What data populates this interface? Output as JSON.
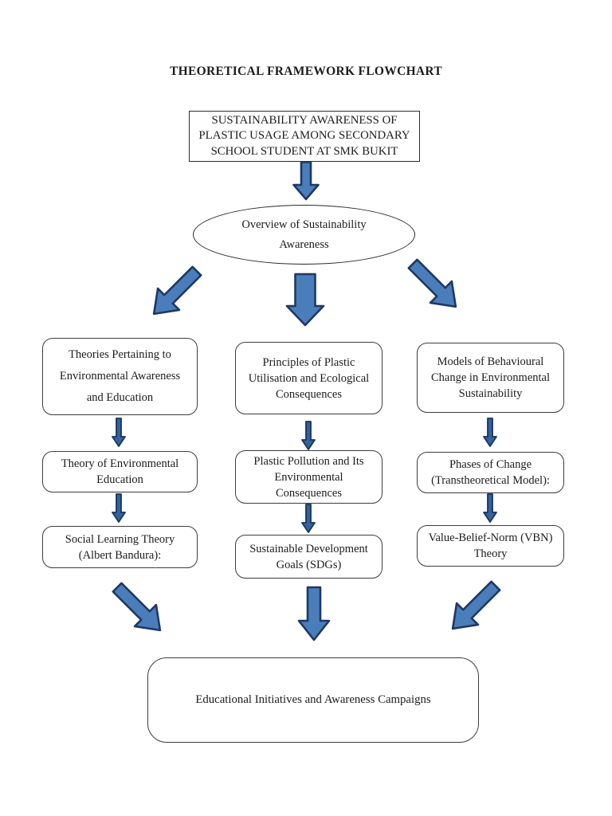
{
  "page": {
    "title": "THEORETICAL FRAMEWORK FLOWCHART"
  },
  "flowchart": {
    "top_box": {
      "lines": [
        "SUSTAINABILITY AWARENESS OF",
        "PLASTIC USAGE AMONG SECONDARY",
        "SCHOOL STUDENT AT SMK BUKIT"
      ]
    },
    "overview_ellipse": {
      "lines": [
        "Overview of Sustainability",
        "Awareness"
      ]
    },
    "row1": [
      {
        "lines": [
          "Theories Pertaining to",
          "Environmental Awareness",
          "and Education"
        ]
      },
      {
        "lines": [
          "Principles of Plastic",
          "Utilisation and Ecological",
          "Consequences"
        ]
      },
      {
        "lines": [
          "Models of Behavioural",
          "Change in Environmental",
          "Sustainability"
        ]
      }
    ],
    "row2": [
      {
        "lines": [
          "Theory of Environmental",
          "Education"
        ]
      },
      {
        "lines": [
          "Plastic Pollution and Its",
          "Environmental",
          "Consequences"
        ]
      },
      {
        "lines": [
          "Phases of Change",
          "(Transtheoretical Model):"
        ]
      }
    ],
    "row3": [
      {
        "lines": [
          "Social Learning Theory",
          "(Albert Bandura):"
        ]
      },
      {
        "lines": [
          "Sustainable Development",
          "Goals (SDGs)"
        ]
      },
      {
        "lines": [
          "Value-Belief-Norm (VBN)",
          "Theory"
        ]
      }
    ],
    "outcome_box": {
      "text": "Educational Initiatives and Awareness Campaigns"
    },
    "colors": {
      "arrow_fill": "#4a7ebb",
      "arrow_stroke": "#1f3864",
      "small_arrow_fill": "#35629c",
      "small_arrow_stroke": "#16355e"
    }
  }
}
